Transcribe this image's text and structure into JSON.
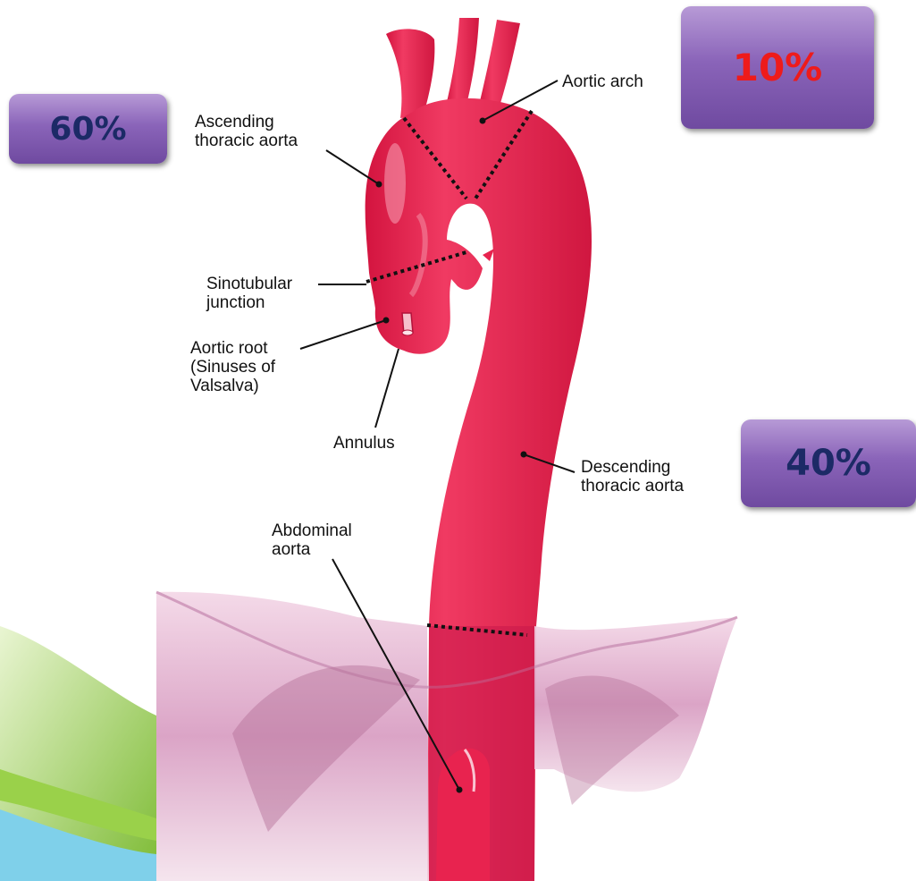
{
  "badges": {
    "ascending_pct": "60%",
    "arch_pct": "10%",
    "descending_pct": "40%"
  },
  "labels": {
    "ascending": "Ascending\nthoracic aorta",
    "arch": "Aortic arch",
    "sinotubular": "Sinotubular\njunction",
    "root": "Aortic root\n(Sinuses of\nValsalva)",
    "annulus": "Annulus",
    "descending": "Descending\nthoracic aorta",
    "abdominal": "Abdominal\naorta"
  },
  "colors": {
    "aorta": "#e8234f",
    "diaphragm": "#e7b9d5",
    "badge": "#8a64b9",
    "badge_text_dark": "#1c2a66",
    "badge_text_red": "#ee1b1b",
    "swoosh_green": "#8ec63f",
    "swoosh_blue": "#7fd0ea"
  }
}
